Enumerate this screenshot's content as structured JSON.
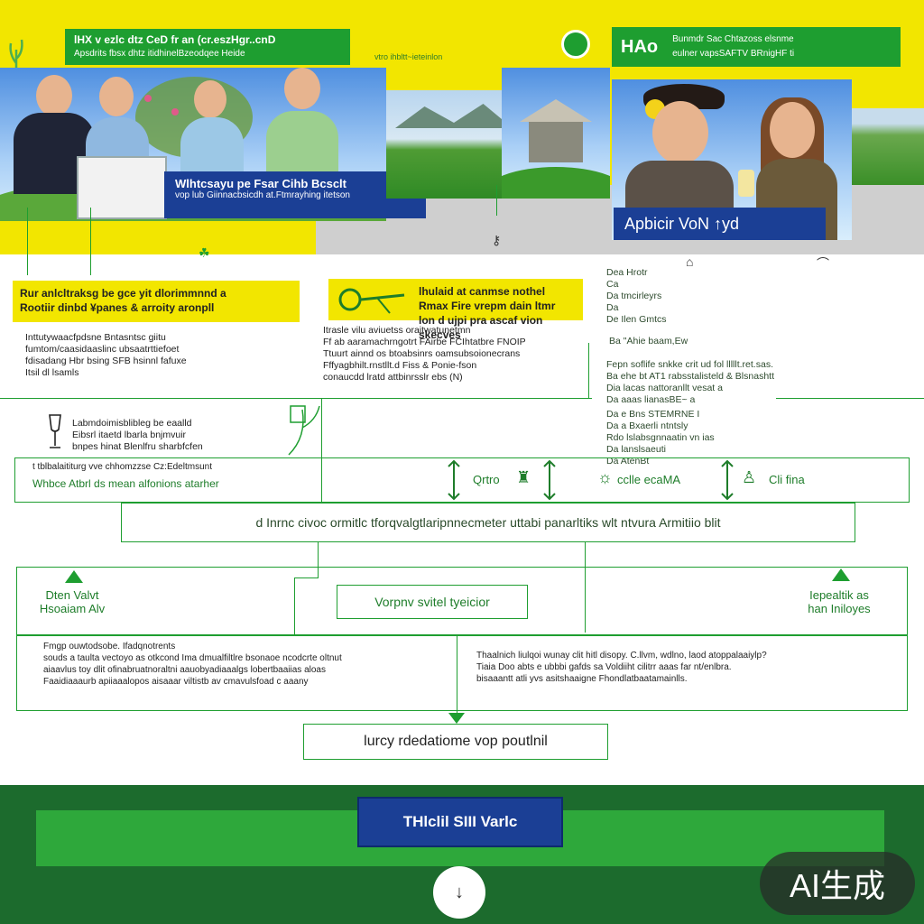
{
  "header": {
    "title_left": "lHX  v ezlc dtz CeD  fr  an (cr.eszHgr..cnD",
    "subtitle_left": "Apsdrits fbsx  dhtz itidhinelBzeodqee Heide",
    "top_center_note": "vtro ihbltt~ieteinlon",
    "title_right": "HAo",
    "subtitle_right_line1": "Bunmdr Sac Chtazoss  elsnme",
    "subtitle_right_line2": "eulner  vapsSAFTV  BRnigHF ti"
  },
  "photo_left": {
    "caption_line1": "Wlhtcsayu pe Fsar Cihb Bcsclt",
    "caption_line2": "vop lub Giinnacbsicdh at.Ftmrayhing itetson"
  },
  "photo_right": {
    "caption": "Apbicir VoN ↑yd"
  },
  "notes": {
    "left_heading": "Rur  anlcltraksg be gce yit dlorimmnnd a\nRootiir dinbd  ¥panes & arroity aronpll",
    "left_body": "Inttutywaacfpdsne  Bntasntsc  giitu\nfumtom/caasidaaslinc ubsaatrttiefoet\nfdisadang Hbr  bsing SFB hsinnl  fafuxe\n        Itsil dl  lsamls",
    "center_heading": "lhulaid  at  canmse nothel\nRmax Fire vrepm dain ltmr\nlon d ujpi pra ascaf vion skecves",
    "center_body": "Itrasle vilu aviuetss  oraitwatunetmn\nFf  ab aaramachrngotrt  FAirbe  FCIhtatbre  FNOIP\n Ttuurt ainnd os  btoabsinrs oamsubsoionecrans\nFffyagbhilt.rnstllt.d Fiss  &  Ponie-fson\nconaucdd  lratd  attbinrsslr  ebs  (N)",
    "right_col_1": "Dea  Hrotr\nCa\nDa  tmcirleyrs\nDa\nDe  Ilen Gmtcs",
    "right_col_2": "Ba  \"Ahie baam,Ew",
    "right_col_3": "Fepn soflife  snkke  crit  ud  fol  lllllt.ret.sas.\nBa ehe  bt AT1 rabsstalisteld  & Blsnashtt\nDia  lacas  nattoranllt  vesat a\nDa  aaas  lianasBE~  a",
    "right_col_4": "Da  e Bns  STEMRNE I\nDa  a  Bxaerli  ntntsly\nRdo lslabsgnnaatin vn  ias\nDa  lanslsaeuti\nDa  AtenBt"
  },
  "legend_left": {
    "text": "Labmdoimisblibleg  be eaalld\nEibsrl itaetd  lbarla  bnjmvuir\nbnpes  hinat  Blenlfru sharbfcfen"
  },
  "flow_row_1": {
    "left_top": "t  tblbalaititurg    vve chhomzzse  Cz:Edeltmsunt",
    "left_main": "Whbce Atbrl ds mean alfonions atarher",
    "item_a": "Qrtro",
    "item_b": "cclle ecaMA",
    "item_c": "Cli fina"
  },
  "flow_row_2": {
    "text": "d Inrnc civoc ormitlc tforqvalgtlaripnnecmeter uttabi panarltiks wlt ntvura   Armitiio blit"
  },
  "flow_row_3": {
    "left_label": "Dten Valvt\nHsoaiam Alv",
    "center_label": "Vorpnv svitel tyeicior",
    "right_label": "Iepealtik as\nhan Iniloyes",
    "left_body": "Fmgp  ouwtodsobe.  Ifadqnotrents\nsouds a taulta  vectoyo as otkcond  Ima dmualfiltlre  bsonaoe ncodcrte oltnut\naiaavlus  toy  dlit  ofinabruatnoraltni aauobyadiaaalgs  lobertbaaiias  aloas\nFaaidiaaaurb  apiiaaalopos aisaaar  viltistb  av cmavulsfoad  c  aaany",
    "right_body": "Thaalnich  liulqoi wunay  clit hitl disopy.  C.llvm, wdlno, laod atoppalaaiylp?\nTiaia  Doo abts  e  ubbbi  gafds  sa Voldiiht cilitrr aaas  far  nt/enlbra.\nbisaaantt atli  yvs  asitshaaigne  Fhondlatbaatamainlls."
  },
  "flow_final": {
    "label": "lurcy rdedatiome  vop poutlnil"
  },
  "footer": {
    "button_label": "THlclil SIII  Varlc",
    "circle_glyph": "↓",
    "watermark": "AI生成"
  },
  "colors": {
    "yellow": "#f2e600",
    "green": "#1e9e30",
    "dark_green": "#1c6b2d",
    "navy": "#1b3f95"
  }
}
